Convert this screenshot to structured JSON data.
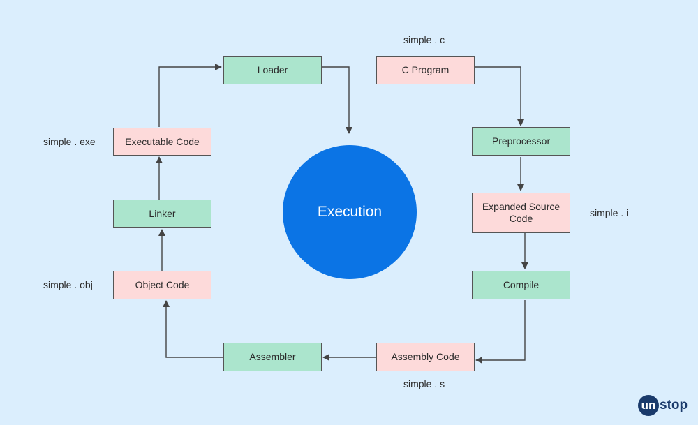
{
  "center": {
    "label": "Execution"
  },
  "nodes": {
    "loader": "Loader",
    "c_program": "C Program",
    "preprocessor": "Preprocessor",
    "expanded_source_code": "Expanded Source Code",
    "compile": "Compile",
    "assembly_code": "Assembly Code",
    "assembler": "Assembler",
    "object_code": "Object Code",
    "linker": "Linker",
    "executable_code": "Executable Code"
  },
  "file_labels": {
    "c": "simple . c",
    "i": "simple . i",
    "s": "simple . s",
    "obj": "simple . obj",
    "exe": "simple . exe"
  },
  "logo": {
    "first": "un",
    "rest": "stop"
  },
  "colors": {
    "background": "#dbeefd",
    "process_box": "#abe5cd",
    "file_box": "#fddada",
    "execution": "#0b74e5",
    "arrow": "#444444"
  }
}
